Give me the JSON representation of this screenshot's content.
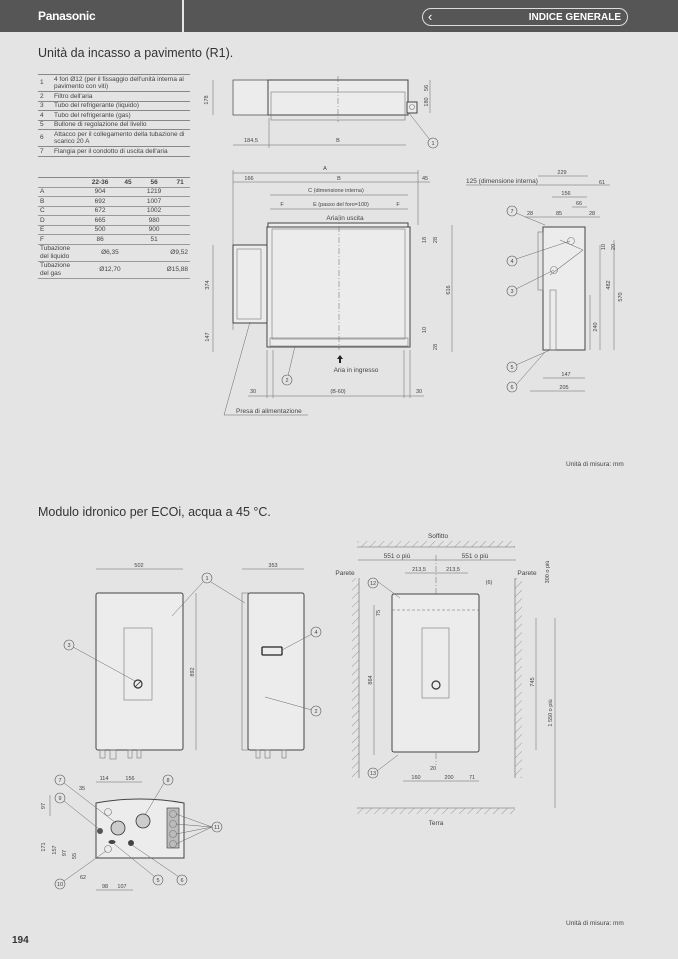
{
  "header": {
    "brand": "Panasonic",
    "nav_button": "INDICE GENERALE"
  },
  "section1": {
    "title": "Unità da incasso a pavimento (R1).",
    "legend": [
      {
        "num": "1",
        "text": "4 fori Ø12 (per il fissaggio dell'unità interna al pavimento con viti)"
      },
      {
        "num": "2",
        "text": "Filtro dell'aria"
      },
      {
        "num": "3",
        "text": "Tubo del refrigerante (liquido)"
      },
      {
        "num": "4",
        "text": "Tubo del refrigerante (gas)"
      },
      {
        "num": "5",
        "text": "Bullone di regolazione del livello"
      },
      {
        "num": "6",
        "text": "Attacco per il collegamento della tubazione di scarico 20 A"
      },
      {
        "num": "7",
        "text": "Flangia per il condotto di uscita dell'aria"
      }
    ],
    "dims_table": {
      "headers": [
        "",
        "22-36",
        "45",
        "56",
        "71"
      ],
      "rows": [
        {
          "label": "A",
          "small": "904",
          "large": "1219"
        },
        {
          "label": "B",
          "small": "692",
          "large": "1007"
        },
        {
          "label": "C",
          "small": "672",
          "large": "1002"
        },
        {
          "label": "D",
          "small": "665",
          "large": "980"
        },
        {
          "label": "E",
          "small": "500",
          "large": "900"
        },
        {
          "label": "F",
          "small": "86",
          "large": "51"
        },
        {
          "label": "Tubazione del liquido",
          "small": "Ø6,35",
          "large": "Ø9,52"
        },
        {
          "label": "Tubazione del gas",
          "small": "Ø12,70",
          "large": "Ø15,88"
        }
      ]
    },
    "diagram": {
      "top": {
        "h178": "178",
        "d56": "56",
        "d180": "180",
        "d184": "184,5",
        "dB": "B",
        "c1": "1"
      },
      "front": {
        "A": "A",
        "d166": "166",
        "B": "B",
        "d45": "45",
        "C": "C (dimensione interna)",
        "E": "E (passo del foro=100)",
        "F": "F",
        "outlet": "Aria in uscita",
        "inlet": "Aria in ingresso",
        "d374": "374",
        "d147": "147",
        "d18": "18",
        "d28": "28",
        "d616": "616",
        "d10": "10",
        "d30": "30",
        "dB60": "(B-60)",
        "power": "Presa di alimentazione",
        "c2": "2"
      },
      "side": {
        "d229": "229",
        "inner": "125 (dimensione interna)",
        "d61": "61",
        "d156": "156",
        "d66": "66",
        "d28": "28",
        "d85": "85",
        "d10": "10",
        "d20": "20",
        "d482": "482",
        "d570": "570",
        "d240": "240",
        "d147": "147",
        "d205": "205",
        "c7": "7",
        "c4": "4",
        "c3": "3",
        "c5": "5",
        "c6": "6"
      }
    },
    "units": "Unità di misura: mm"
  },
  "section2": {
    "title": "Modulo idronico per ECOi, acqua a 45 °C.",
    "diagram": {
      "front": {
        "d502": "502",
        "d892": "892",
        "c1": "1",
        "c3": "3"
      },
      "side": {
        "d353": "353",
        "c4": "4",
        "c2": "2"
      },
      "install": {
        "ceiling": "Soffitto",
        "floor": "Terra",
        "wall": "Parete",
        "d551": "551 o più",
        "d300": "300 o più",
        "d2135": "213,5",
        "d6": "(6)",
        "d75": "75",
        "d864": "864",
        "d745": "745",
        "d1550": "1 550 o più",
        "d20": "20",
        "d160": "160",
        "d200": "200",
        "d71": "71",
        "c12": "12",
        "c13": "13"
      },
      "bottom": {
        "d114": "114",
        "d156": "156",
        "d35": "35",
        "d97": "97",
        "d171": "171",
        "d157": "157",
        "d55": "55",
        "d62": "62",
        "d98": "98",
        "d107": "107",
        "c7": "7",
        "c8": "8",
        "c9": "9",
        "c10": "10",
        "c11": "11",
        "c5": "5",
        "c6": "6"
      }
    },
    "units": "Unità di misura: mm"
  },
  "page_number": "194"
}
